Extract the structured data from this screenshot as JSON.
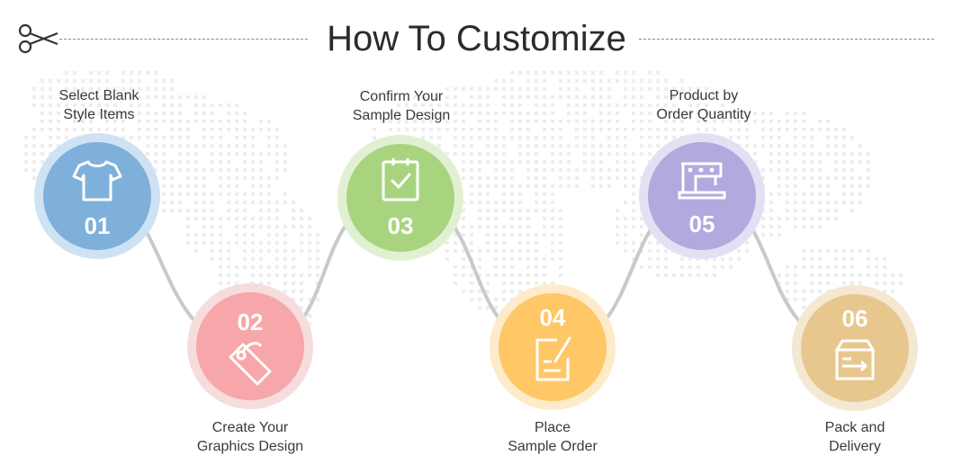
{
  "title": "How To Customize",
  "steps": [
    {
      "number": "01",
      "label_line1": "Select Blank",
      "label_line2": "Style Items",
      "color": "#7fb0dc",
      "ring": "#cfe2f3",
      "icon": "tshirt-icon"
    },
    {
      "number": "02",
      "label_line1": "Create Your",
      "label_line2": "Graphics Design",
      "color": "#f7a7a9",
      "ring": "#f6dcdd",
      "icon": "tag-icon"
    },
    {
      "number": "03",
      "label_line1": "Confirm Your",
      "label_line2": "Sample Design",
      "color": "#a9d47f",
      "ring": "#e1f0d2",
      "icon": "clipboard-check-icon"
    },
    {
      "number": "04",
      "label_line1": "Place",
      "label_line2": "Sample Order",
      "color": "#ffc766",
      "ring": "#fdebc9",
      "icon": "document-edit-icon"
    },
    {
      "number": "05",
      "label_line1": "Product by",
      "label_line2": "Order Quantity",
      "color": "#b3a9de",
      "ring": "#e3e0f3",
      "icon": "sewing-machine-icon"
    },
    {
      "number": "06",
      "label_line1": "Pack and",
      "label_line2": "Delivery",
      "color": "#e8c78e",
      "ring": "#f4e8d3",
      "icon": "delivery-box-icon"
    }
  ]
}
